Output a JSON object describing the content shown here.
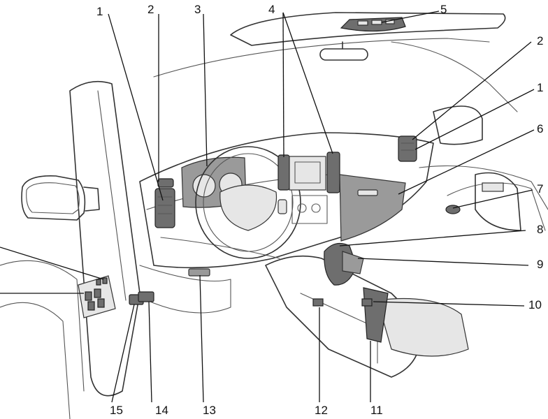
{
  "callouts": [
    {
      "id": "c1-left",
      "text": "1"
    },
    {
      "id": "c2-left",
      "text": "2"
    },
    {
      "id": "c3",
      "text": "3"
    },
    {
      "id": "c4",
      "text": "4"
    },
    {
      "id": "c5",
      "text": "5"
    },
    {
      "id": "c2-right",
      "text": "2"
    },
    {
      "id": "c1-right",
      "text": "1"
    },
    {
      "id": "c6",
      "text": "6"
    },
    {
      "id": "c7",
      "text": "7"
    },
    {
      "id": "c8",
      "text": "8"
    },
    {
      "id": "c9",
      "text": "9"
    },
    {
      "id": "c10",
      "text": "10"
    },
    {
      "id": "c11",
      "text": "11"
    },
    {
      "id": "c12",
      "text": "12"
    },
    {
      "id": "c13",
      "text": "13"
    },
    {
      "id": "c14",
      "text": "14"
    },
    {
      "id": "c15",
      "text": "15"
    }
  ]
}
